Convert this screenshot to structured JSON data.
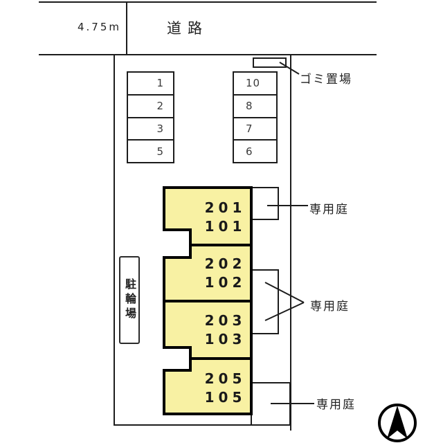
{
  "road": {
    "label": "道路",
    "width_label": "4.75m"
  },
  "garbage_area": {
    "label": "ゴミ置場"
  },
  "parking": {
    "left_stalls": [
      "1",
      "2",
      "3",
      "5"
    ],
    "right_stalls": [
      "10",
      "8",
      "7",
      "6"
    ]
  },
  "bicycle_parking": {
    "label": "駐輪場"
  },
  "building": {
    "units": [
      {
        "upper": "201",
        "lower": "101"
      },
      {
        "upper": "202",
        "lower": "102"
      },
      {
        "upper": "203",
        "lower": "103"
      },
      {
        "upper": "205",
        "lower": "105"
      }
    ]
  },
  "gardens": {
    "label": "専用庭"
  },
  "colors": {
    "unit_fill": "#F8F1A3",
    "line": "#1c1c1c",
    "building_border": "#000000"
  }
}
